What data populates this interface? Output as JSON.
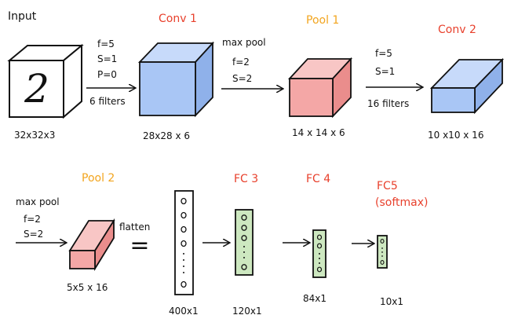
{
  "colors": {
    "ink": "#111111",
    "conv_label": "#e8402c",
    "pool_label": "#f2a51f",
    "fc_label": "#e8402c",
    "conv_fill": "#a9c6f5",
    "conv_top": "#c7dafa",
    "conv_side": "#8fb1ea",
    "pool_fill": "#f4a7a6",
    "pool_top": "#f8c6c5",
    "pool_side": "#ea8d8c",
    "fc_fill": "#cde8c0"
  },
  "stages": {
    "input": {
      "title": "Input",
      "digit": "2",
      "shape": "32x32x3"
    },
    "conv1": {
      "title": "Conv 1",
      "shape": "28x28 x 6",
      "params": [
        "f=5",
        "S=1",
        "P=0",
        "6 filters"
      ]
    },
    "pool1": {
      "title": "Pool 1",
      "shape": "14 x 14 x 6",
      "params": [
        "max pool",
        "f=2",
        "S=2"
      ]
    },
    "conv2": {
      "title": "Conv 2",
      "shape": "10 x10 x 16",
      "params": [
        "f=5",
        "S=1",
        "16 filters"
      ]
    },
    "pool2": {
      "title": "Pool 2",
      "shape": "5x5 x 16",
      "params": [
        "max pool",
        "f=2",
        "S=2"
      ]
    },
    "flatten": {
      "label": "flatten",
      "shape": "400x1",
      "symbol": "="
    },
    "fc3": {
      "title": "FC 3",
      "shape": "120x1"
    },
    "fc4": {
      "title": "FC 4",
      "shape": "84x1"
    },
    "fc5": {
      "title": "FC5",
      "subtitle": "(softmax)",
      "shape": "10x1"
    }
  }
}
